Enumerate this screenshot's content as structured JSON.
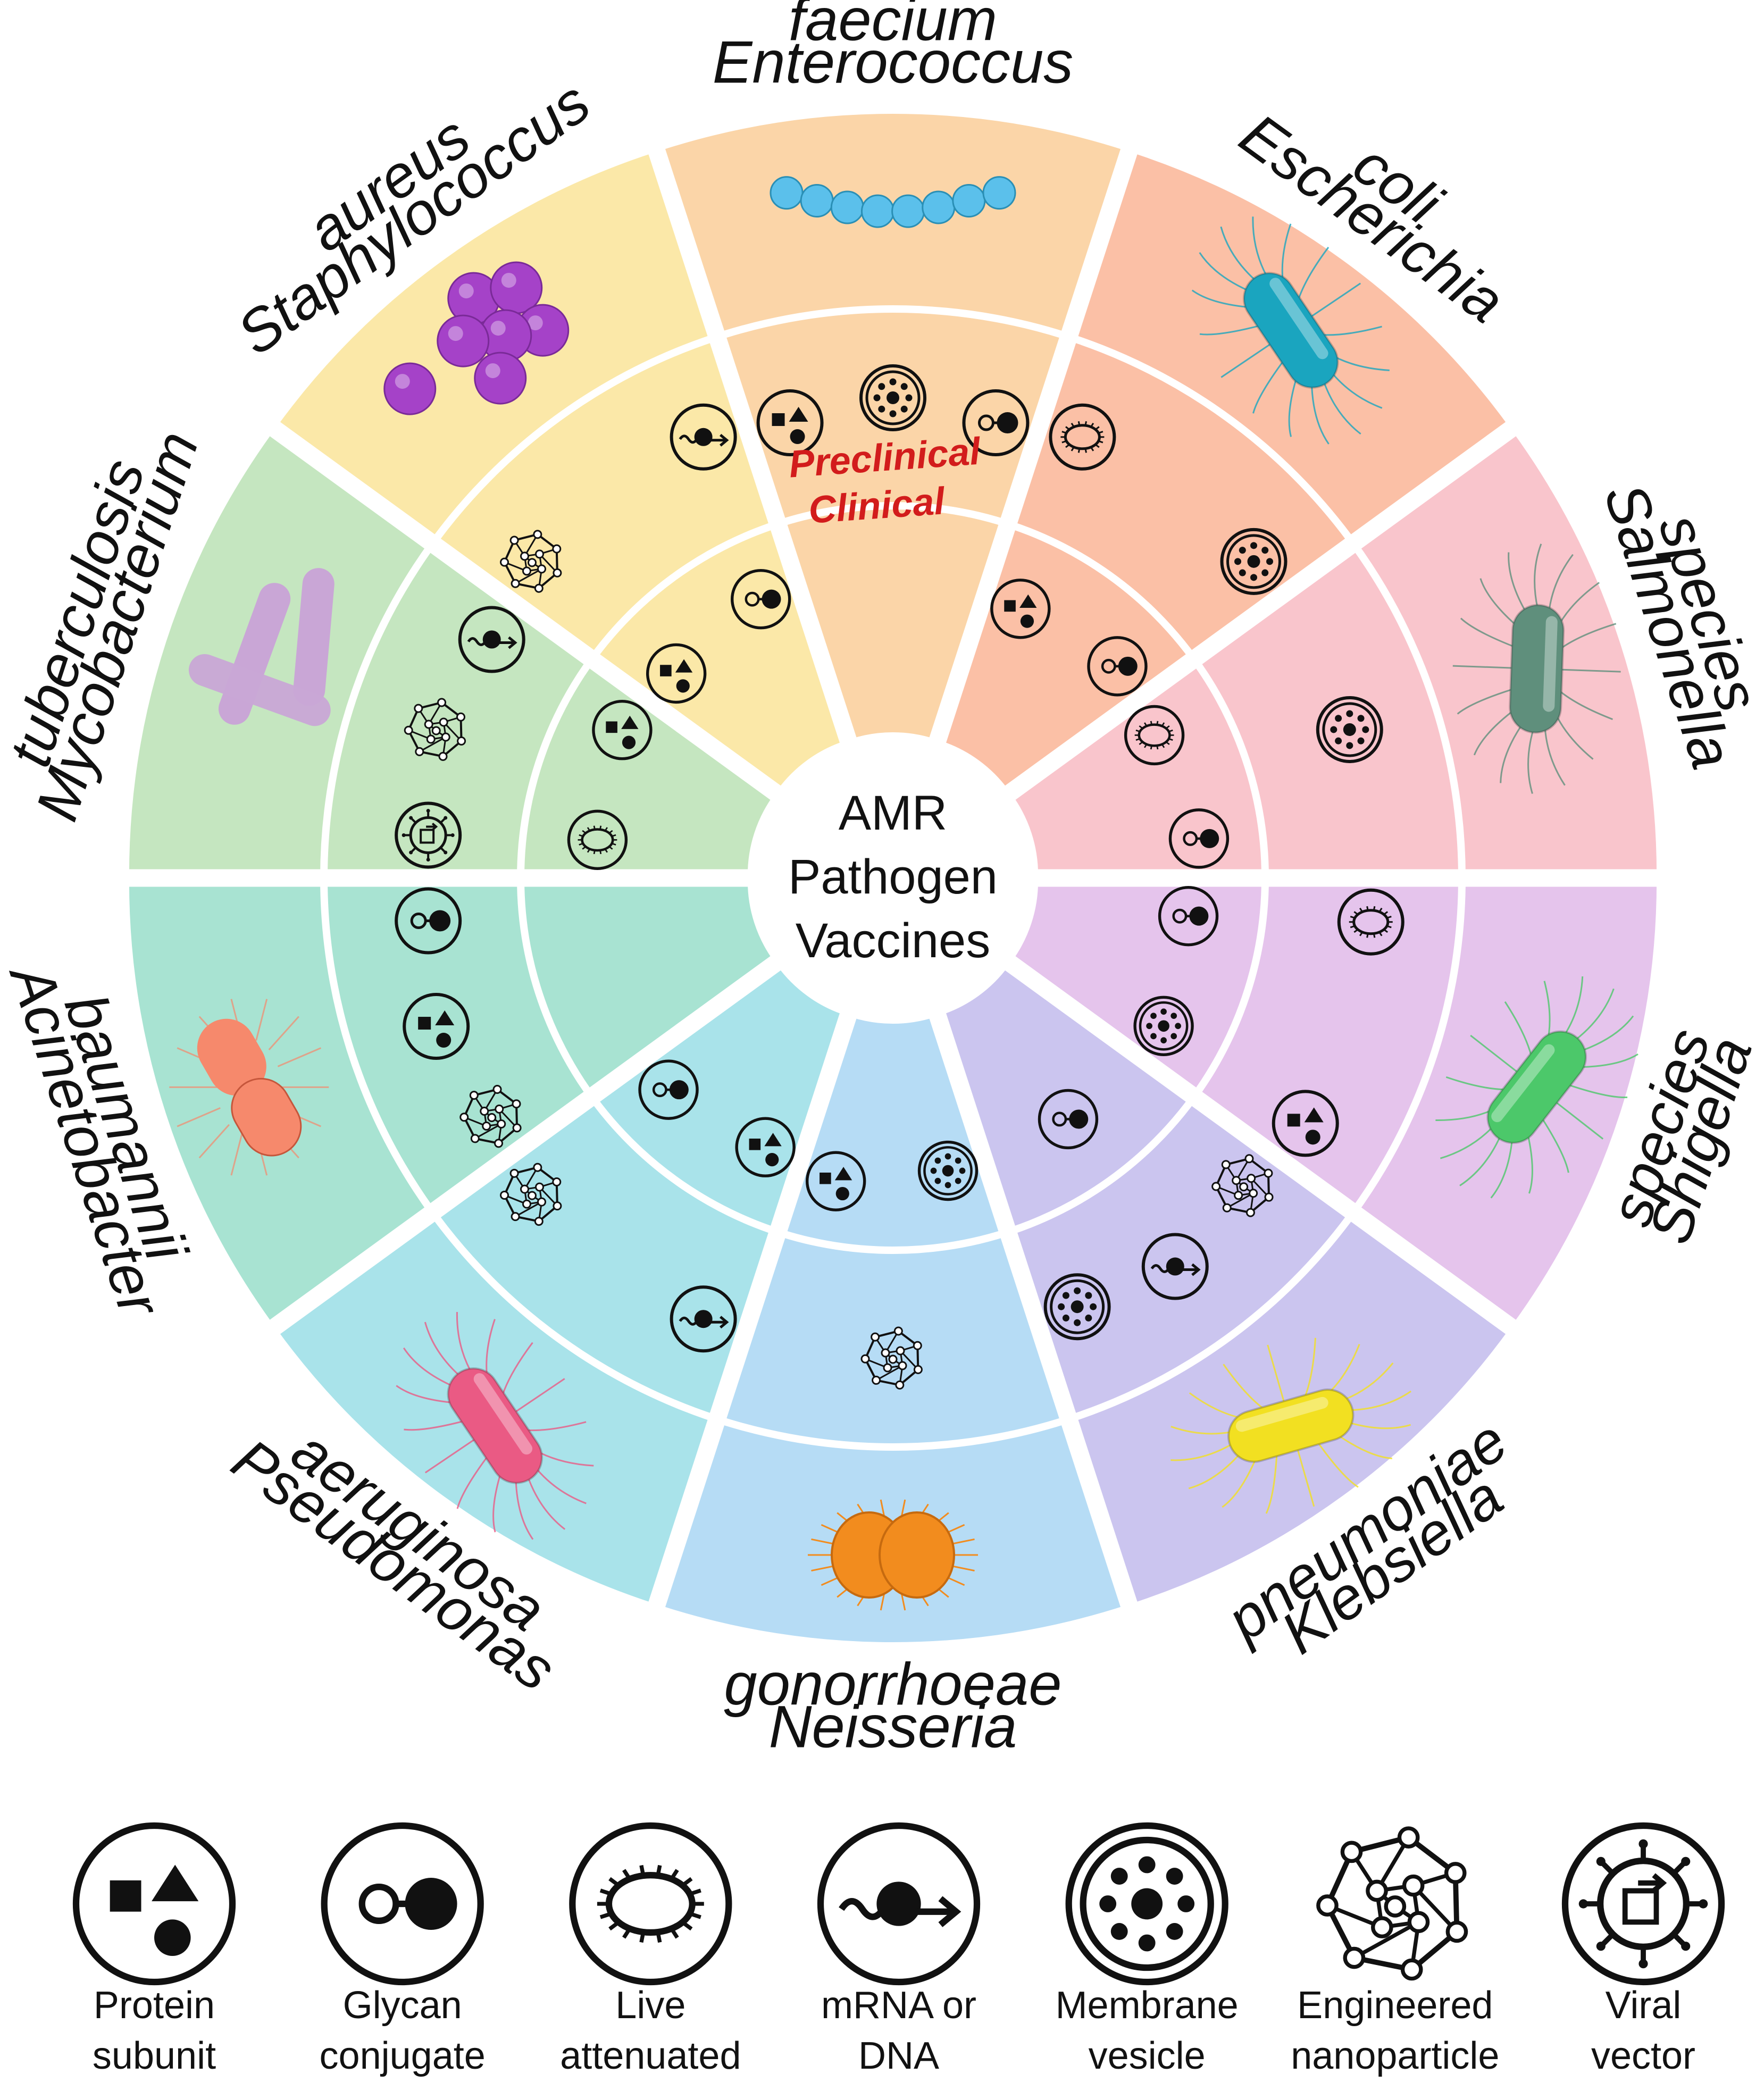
{
  "center": {
    "line1": "AMR",
    "line2": "Pathogen",
    "line3": "Vaccines"
  },
  "phases": {
    "preclinical": "Preclinical",
    "clinical": "Clinical"
  },
  "pathogens": [
    {
      "id": "enterococcus",
      "line1": "Enterococcus",
      "line2": "faecium",
      "color": "#fbd5a8",
      "microbe": "chain-cocci",
      "microbe_color": "#5bc0eb",
      "preclinical": [
        "protein-subunit",
        "membrane-vesicle",
        "glycan-conjugate"
      ],
      "clinical": []
    },
    {
      "id": "escherichia",
      "line1": "Escherichia",
      "line2": "coli",
      "color": "#fbc0a6",
      "microbe": "rod",
      "microbe_color": "#1aa5bf",
      "preclinical": [
        "live-attenuated",
        "membrane-vesicle"
      ],
      "clinical": [
        "protein-subunit",
        "glycan-conjugate"
      ]
    },
    {
      "id": "salmonella",
      "line1": "Salmonella",
      "line2": "species",
      "color": "#f9c5cc",
      "microbe": "rod",
      "microbe_color": "#5f8f7c",
      "preclinical": [
        "membrane-vesicle"
      ],
      "clinical": [
        "live-attenuated",
        "glycan-conjugate"
      ]
    },
    {
      "id": "shigella",
      "line1": "Shigella",
      "line2": "species",
      "color": "#e5c4ec",
      "microbe": "rod",
      "microbe_color": "#4cc86a",
      "preclinical": [
        "live-attenuated",
        "protein-subunit"
      ],
      "clinical": [
        "glycan-conjugate",
        "membrane-vesicle"
      ]
    },
    {
      "id": "klebsiella",
      "line1": "Klebsiella",
      "line2": "pneumoniae",
      "color": "#cbc5ef",
      "microbe": "rod",
      "microbe_color": "#f2e021",
      "preclinical": [
        "engineered-nanoparticle",
        "mrna-dna",
        "membrane-vesicle"
      ],
      "clinical": [
        "glycan-conjugate"
      ]
    },
    {
      "id": "neisseria",
      "line1": "Neisseria",
      "line2": "gonorrhoeae",
      "color": "#b6dcf5",
      "microbe": "diplococcus",
      "microbe_color": "#f28c1e",
      "preclinical": [
        "engineered-nanoparticle"
      ],
      "clinical": [
        "membrane-vesicle",
        "protein-subunit"
      ]
    },
    {
      "id": "pseudomonas",
      "line1": "Pseudomonas",
      "line2": "aeruginosa",
      "color": "#a9e3ea",
      "microbe": "rod",
      "microbe_color": "#ea5a84",
      "preclinical": [
        "mrna-dna",
        "engineered-nanoparticle"
      ],
      "clinical": [
        "protein-subunit",
        "glycan-conjugate"
      ]
    },
    {
      "id": "acinetobacter",
      "line1": "Acinetobacter",
      "line2": "baumannii",
      "color": "#a8e3d2",
      "microbe": "diplo-rod",
      "microbe_color": "#f6896c",
      "preclinical": [
        "engineered-nanoparticle",
        "protein-subunit",
        "glycan-conjugate"
      ],
      "clinical": []
    },
    {
      "id": "mycobacterium",
      "line1": "Mycobacterium",
      "line2": "tuberculosis",
      "color": "#c5e6c0",
      "microbe": "sticks",
      "microbe_color": "#c9a6d6",
      "preclinical": [
        "viral-vector",
        "engineered-nanoparticle",
        "mrna-dna"
      ],
      "clinical": [
        "live-attenuated",
        "protein-subunit"
      ]
    },
    {
      "id": "staphylococcus",
      "line1": "Staphylococcus",
      "line2": "aureus",
      "color": "#fbe8a8",
      "microbe": "cluster-cocci",
      "microbe_color": "#a542c8",
      "preclinical": [
        "engineered-nanoparticle",
        "mrna-dna"
      ],
      "clinical": [
        "protein-subunit",
        "glycan-conjugate"
      ]
    }
  ],
  "legend": [
    {
      "icon": "protein-subunit",
      "line1": "Protein",
      "line2": "subunit"
    },
    {
      "icon": "glycan-conjugate",
      "line1": "Glycan",
      "line2": "conjugate"
    },
    {
      "icon": "live-attenuated",
      "line1": "Live",
      "line2": "attenuated"
    },
    {
      "icon": "mrna-dna",
      "line1": "mRNA or",
      "line2": "DNA"
    },
    {
      "icon": "membrane-vesicle",
      "line1": "Membrane",
      "line2": "vesicle"
    },
    {
      "icon": "engineered-nanoparticle",
      "line1": "Engineered",
      "line2": "nanoparticle"
    },
    {
      "icon": "viral-vector",
      "line1": "Viral",
      "line2": "vector"
    }
  ]
}
